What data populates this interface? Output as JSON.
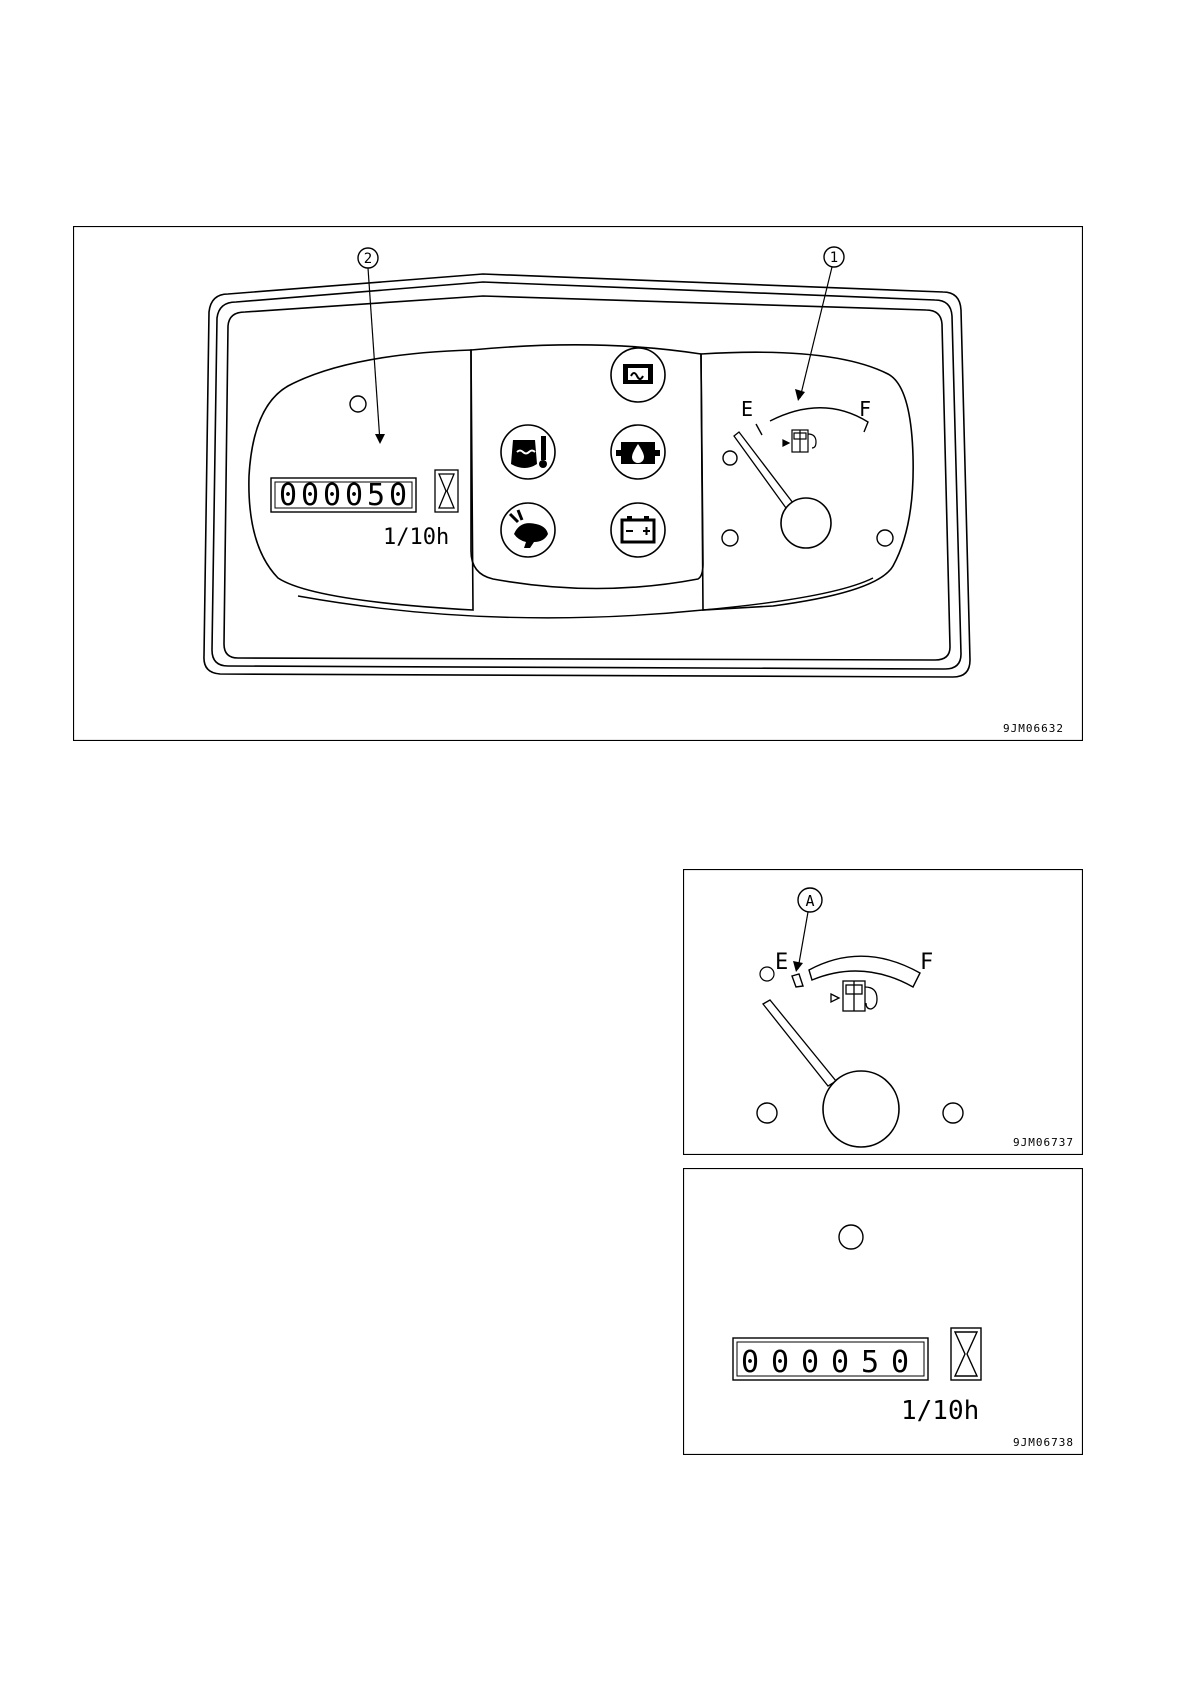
{
  "figure1": {
    "callout_1": "1",
    "callout_2": "2",
    "fuel_empty_label": "E",
    "fuel_full_label": "F",
    "hourmeter_digits": [
      "0",
      "0",
      "0",
      "0",
      "5",
      "0"
    ],
    "hourmeter_unit": "1/10h",
    "figure_code": "9JM06632",
    "indicator_icons": [
      "engine-preheat-icon",
      "coolant-temperature-icon",
      "engine-oil-pressure-icon",
      "turtle-rabbit-speed-icon",
      "battery-charge-icon"
    ]
  },
  "figure2": {
    "callout_a": "A",
    "fuel_empty_label": "E",
    "fuel_full_label": "F",
    "figure_code": "9JM06737",
    "icon": "fuel-pump-icon"
  },
  "figure3": {
    "hourmeter_digits": [
      "0",
      "0",
      "0",
      "0",
      "5",
      "0"
    ],
    "hourmeter_unit": "1/10h",
    "figure_code": "9JM06738",
    "icon": "hourglass-icon"
  }
}
